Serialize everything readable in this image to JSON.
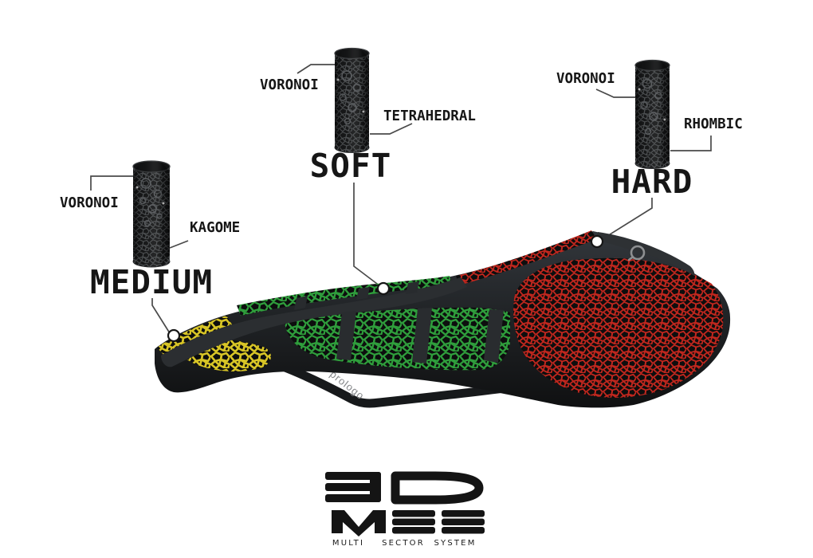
{
  "callouts": {
    "medium": {
      "label": "MEDIUM",
      "top_lattice": "VORONOI",
      "side_lattice": "KAGOME",
      "zone_color": "#d8c526"
    },
    "soft": {
      "label": "SOFT",
      "top_lattice": "VORONOI",
      "side_lattice": "TETRAHEDRAL",
      "zone_color": "#2f9e3c"
    },
    "hard": {
      "label": "HARD",
      "top_lattice": "VORONOI",
      "side_lattice": "RHOMBIC",
      "zone_color": "#c1271e"
    }
  },
  "saddle": {
    "rail_brand": "prologo"
  },
  "logo": {
    "line1": "3D",
    "line2": "MSS",
    "words": [
      "MULTI",
      "SECTOR",
      "SYSTEM"
    ]
  },
  "colors": {
    "background": "#ffffff",
    "ink": "#161616",
    "leader_line": "#4a4a4a",
    "shell_dark": "#1d1f21",
    "frame": "#2b2e31",
    "lattice_backing": "#0d0e0e",
    "cylinder_mesh": "#4b4e50",
    "emblem": "#8d8f91"
  }
}
